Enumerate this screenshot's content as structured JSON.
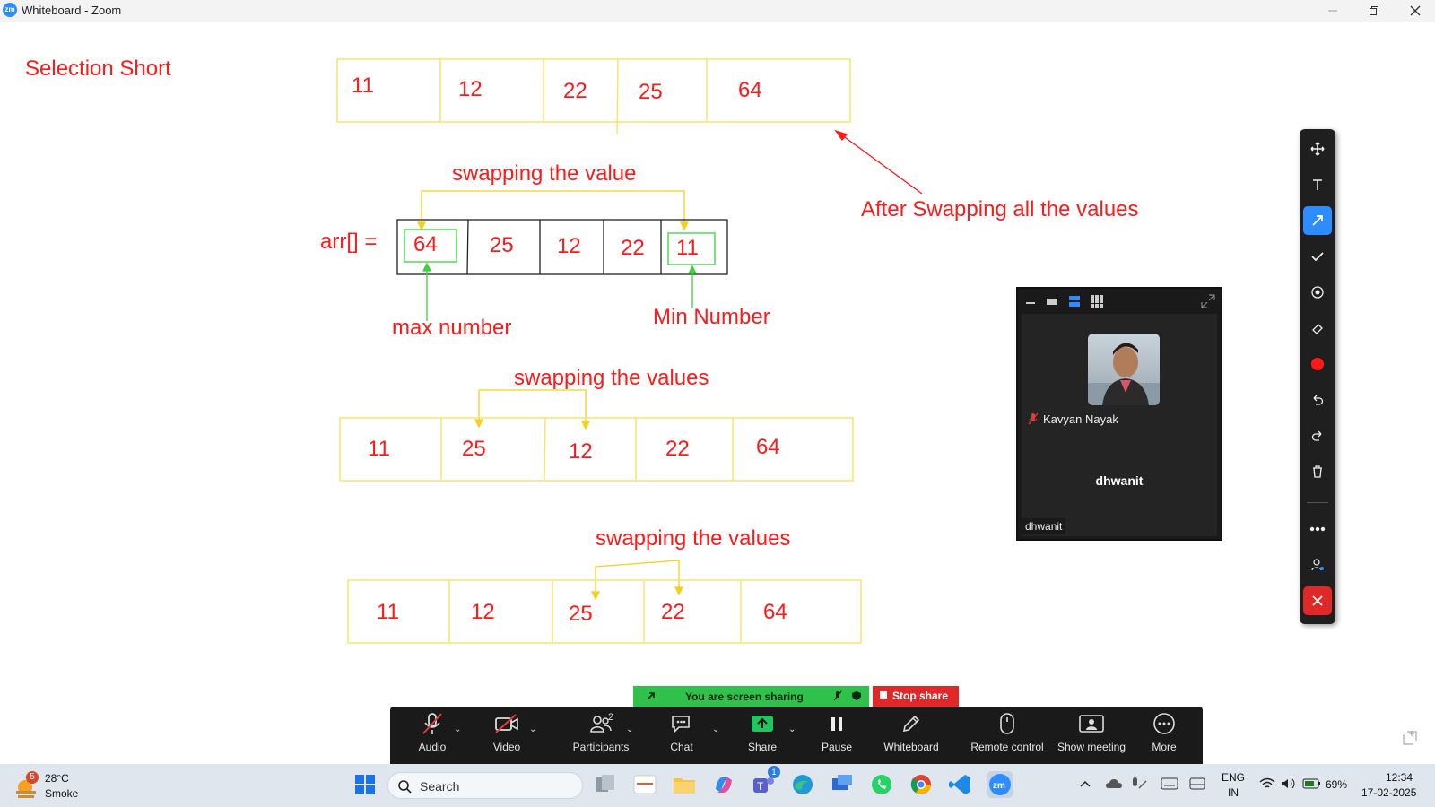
{
  "window": {
    "app_icon_text": "zm",
    "title": "Whiteboard - Zoom",
    "minimize_icon": "minimize-icon",
    "restore_icon": "restore-icon",
    "close_icon": "close-icon"
  },
  "whiteboard": {
    "heading": "Selection Short",
    "top_row": [
      "11",
      "12",
      "22",
      "25",
      "64"
    ],
    "after_label": "After Swapping all the values",
    "swap_label_1": "swapping the value",
    "arr_label": "arr[] =",
    "arr_row": [
      "64",
      "25",
      "12",
      "22",
      "11"
    ],
    "max_label": "max number",
    "min_label": "Min Number",
    "swap_label_2": "swapping the values",
    "row2": [
      "11",
      "25",
      "12",
      "22",
      "64"
    ],
    "swap_label_3": "swapping the values",
    "row3": [
      "11",
      "12",
      "25",
      "22",
      "64"
    ],
    "colors": {
      "ink": "#ff1a1a",
      "box": "#f5e66a",
      "arrow": "#f5d020",
      "green": "#3dd13d",
      "black": "#222222"
    }
  },
  "video": {
    "participant_name": "Kavyan Nayak",
    "self_center_name": "dhwanit",
    "self_label": "dhwanit"
  },
  "share_banner": {
    "text": "You are screen sharing",
    "stop_label": "Stop share"
  },
  "meeting_bar": {
    "audio": "Audio",
    "video": "Video",
    "participants": "Participants",
    "participants_count": "2",
    "chat": "Chat",
    "share": "Share",
    "pause": "Pause",
    "whiteboard": "Whiteboard",
    "remote_control": "Remote control",
    "show_meeting": "Show meeting",
    "more": "More"
  },
  "taskbar": {
    "weather_temp": "28°C",
    "weather_desc": "Smoke",
    "weather_badge": "5",
    "search_placeholder": "Search",
    "teams_badge": "1",
    "lang_top": "ENG",
    "lang_bottom": "IN",
    "battery": "69%",
    "time": "12:34",
    "date": "17-02-2025"
  }
}
